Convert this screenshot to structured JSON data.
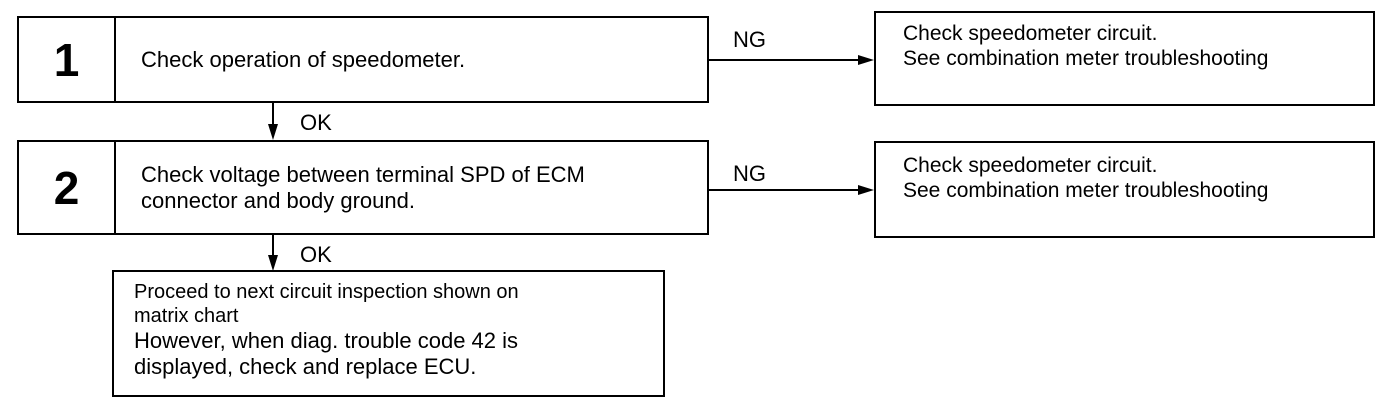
{
  "steps": [
    {
      "number": "1",
      "lines": [
        "Check operation of speedometer."
      ],
      "ng_label": "NG",
      "ok_label": "OK",
      "ng_result": [
        "Check speedometer circuit.",
        "See combination meter troubleshooting"
      ]
    },
    {
      "number": "2",
      "lines": [
        "Check voltage between terminal SPD of ECM",
        "connector and body ground."
      ],
      "ng_label": "NG",
      "ok_label": "OK",
      "ng_result": [
        "Check speedometer circuit.",
        "See combination meter troubleshooting"
      ]
    }
  ],
  "final": {
    "lines": [
      "Proceed to next circuit inspection shown on",
      "matrix chart",
      "However, when diag. trouble code 42 is",
      "displayed, check and replace ECU."
    ]
  }
}
